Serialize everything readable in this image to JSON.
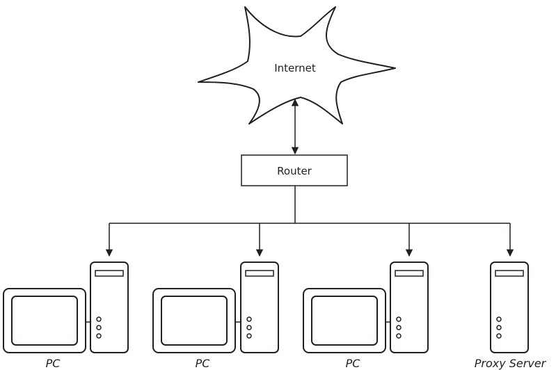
{
  "internet": {
    "label": "Internet",
    "icon": "cloud-icon"
  },
  "router": {
    "label": "Router"
  },
  "nodes": [
    {
      "label": "PC",
      "type": "pc",
      "icons": [
        "monitor-icon",
        "tower-icon"
      ]
    },
    {
      "label": "PC",
      "type": "pc",
      "icons": [
        "monitor-icon",
        "tower-icon"
      ]
    },
    {
      "label": "PC",
      "type": "pc",
      "icons": [
        "monitor-icon",
        "tower-icon"
      ]
    },
    {
      "label": "Proxy Server",
      "type": "server",
      "icons": [
        "tower-icon"
      ]
    }
  ],
  "colors": {
    "line": "#231f20",
    "background": "#ffffff"
  }
}
